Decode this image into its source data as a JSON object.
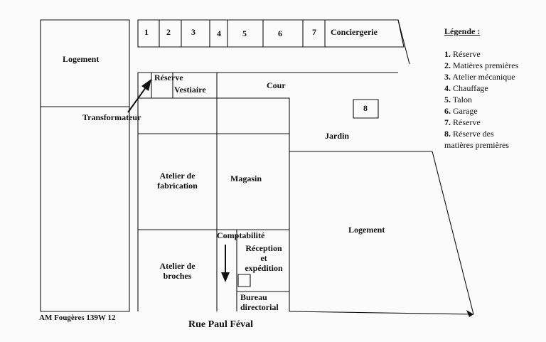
{
  "plan": {
    "numbered_rooms": [
      "1",
      "2",
      "3",
      "4",
      "5",
      "6",
      "7"
    ],
    "conciergerie": "Conciergerie",
    "logement_top": "Logement",
    "reserve_small": "Réserve",
    "vestiaire": "Vestiaire",
    "cour": "Cour",
    "transformateur": "Transformateur",
    "room8": "8",
    "jardin": "Jardin",
    "atelier_fabrication": "Atelier de\nfabrication",
    "magasin": "Magasin",
    "logement_right": "Logement",
    "comptabilite": "Comptabilité",
    "reception": "Réception\net\nexpédition",
    "atelier_broches": "Atelier de\nbroches",
    "bureau": "Bureau\ndirectorial"
  },
  "legend": {
    "title": "Légende :",
    "items": [
      {
        "n": "1.",
        "label": "Réserve"
      },
      {
        "n": "2.",
        "label": "Matières premières"
      },
      {
        "n": "3.",
        "label": "Atelier mécanique"
      },
      {
        "n": "4.",
        "label": "Chauffage"
      },
      {
        "n": "5.",
        "label": "Talon"
      },
      {
        "n": "6.",
        "label": "Garage"
      },
      {
        "n": "7.",
        "label": "Réserve"
      },
      {
        "n": "8.",
        "label": "Réserve des\nmatières premières"
      }
    ]
  },
  "footer": {
    "archive_ref": "AM Fougères 139W 12",
    "street": "Rue Paul Féval"
  }
}
